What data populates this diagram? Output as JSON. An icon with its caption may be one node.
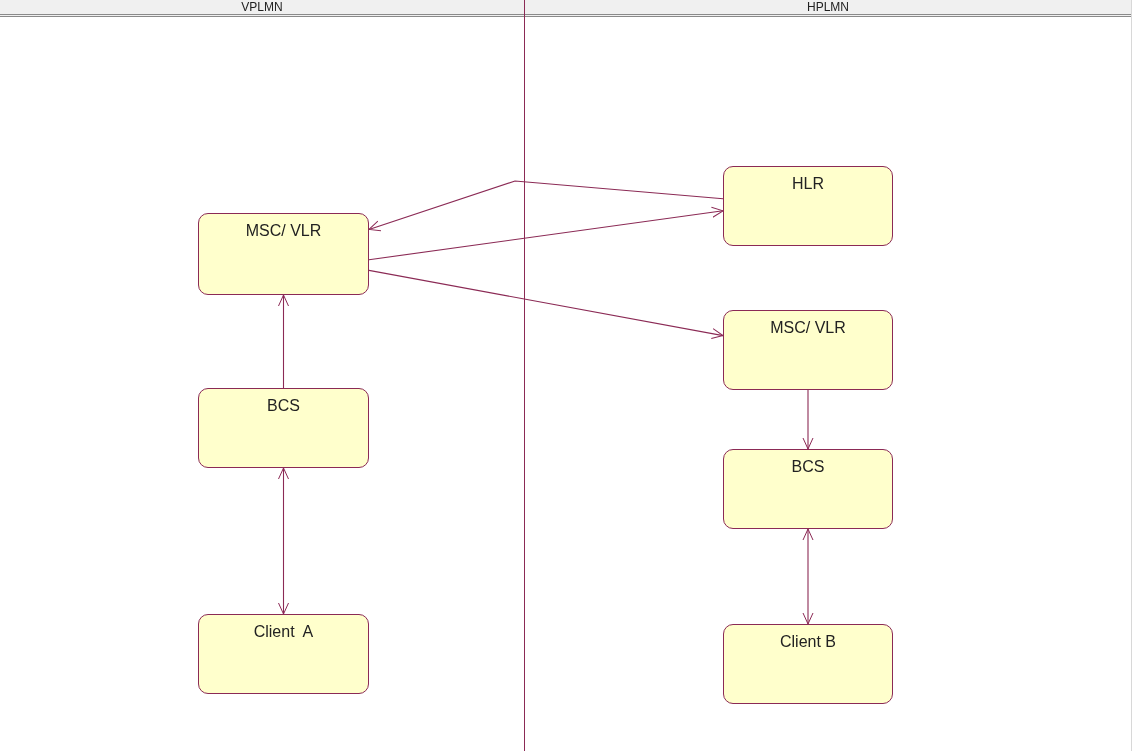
{
  "diagram": {
    "nodes": [
      {
        "text": [
          "VPLMN"
        ]
      },
      {
        "text": [
          "MSC/ VLR"
        ],
        "in": 0
      },
      {
        "text": [
          "BCS"
        ],
        "in": 0
      },
      {
        "text": [
          "Client  A"
        ],
        "in": 0
      },
      {
        "text": [
          "HPLMN"
        ]
      },
      {
        "text": [
          "HLR"
        ],
        "in": 4
      },
      {
        "text": [
          "MSC/ VLR"
        ],
        "in": 4
      },
      {
        "text": [
          "BCS"
        ],
        "in": 4
      },
      {
        "text": [
          "Client B"
        ],
        "in": 4
      }
    ],
    "edges": [
      {
        "from": 5,
        "to": 1,
        "arrow": "to"
      },
      {
        "from": 1,
        "to": 5,
        "arrow": "to"
      },
      {
        "from": 1,
        "to": 6,
        "arrow": "to"
      },
      {
        "from": 2,
        "to": 1,
        "arrow": "to"
      },
      {
        "from": 2,
        "to": 3,
        "arrow": "both"
      },
      {
        "from": 6,
        "to": 7,
        "arrow": "to"
      },
      {
        "from": 7,
        "to": 8,
        "arrow": "both"
      }
    ]
  }
}
